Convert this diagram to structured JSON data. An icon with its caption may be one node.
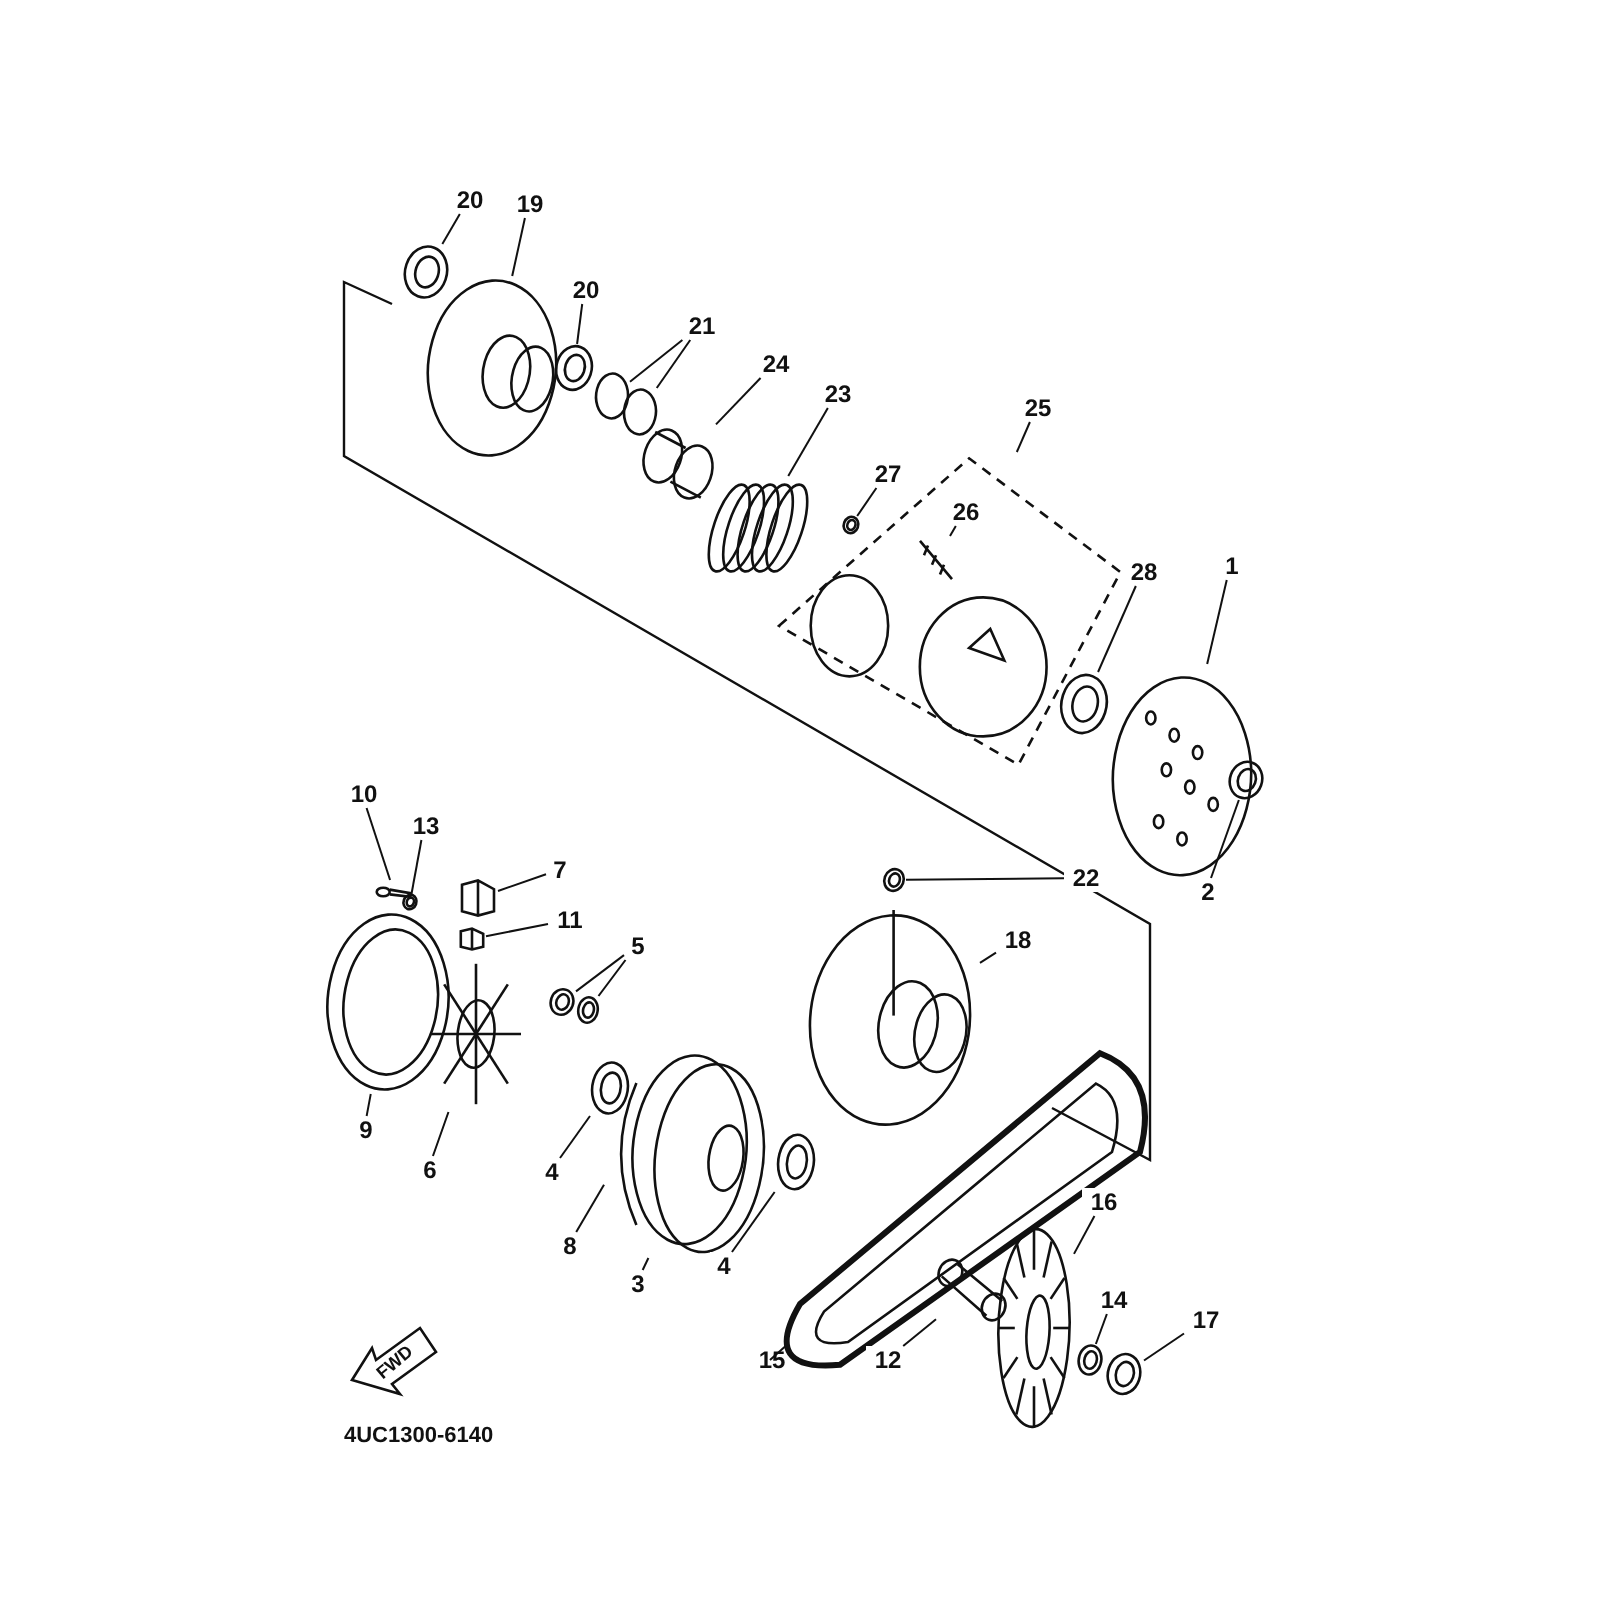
{
  "diagram": {
    "nodes": [
      {
        "text": [
          "20"
        ]
      },
      {
        "text": [],
        "shape": "picture"
      },
      {
        "text": [
          "19"
        ]
      },
      {
        "text": [],
        "shape": "picture"
      },
      {
        "text": [
          "20"
        ]
      },
      {
        "text": [],
        "shape": "picture"
      },
      {
        "text": [
          "21"
        ]
      },
      {
        "text": [],
        "shape": "circle"
      },
      {
        "text": [],
        "shape": "circle"
      },
      {
        "text": [
          "24"
        ]
      },
      {
        "text": [],
        "shape": "picture"
      },
      {
        "text": [
          "23"
        ]
      },
      {
        "text": [],
        "shape": "picture"
      },
      {
        "text": [
          "25"
        ]
      },
      {
        "text": [],
        "shape": "box"
      },
      {
        "text": [
          "27"
        ],
        "in": 14
      },
      {
        "text": [],
        "shape": "picture",
        "in": 14
      },
      {
        "text": [
          "26"
        ],
        "in": 14
      },
      {
        "text": [],
        "shape": "picture",
        "in": 14
      },
      {
        "text": [
          "28"
        ]
      },
      {
        "text": [],
        "shape": "picture"
      },
      {
        "text": [
          "1"
        ]
      },
      {
        "text": [],
        "shape": "picture"
      },
      {
        "text": [
          "2"
        ]
      },
      {
        "text": [],
        "shape": "picture"
      },
      {
        "text": [
          "10"
        ]
      },
      {
        "text": [],
        "shape": "picture"
      },
      {
        "text": [
          "13"
        ]
      },
      {
        "text": [],
        "shape": "picture"
      },
      {
        "text": [
          "7"
        ]
      },
      {
        "text": [],
        "shape": "picture"
      },
      {
        "text": [
          "11"
        ]
      },
      {
        "text": [],
        "shape": "picture"
      },
      {
        "text": [
          "5"
        ]
      },
      {
        "text": [],
        "shape": "picture"
      },
      {
        "text": [],
        "shape": "picture"
      },
      {
        "text": [
          "9"
        ]
      },
      {
        "text": [],
        "shape": "picture"
      },
      {
        "text": [
          "6"
        ]
      },
      {
        "text": [],
        "shape": "picture"
      },
      {
        "text": [
          "4"
        ]
      },
      {
        "text": [],
        "shape": "picture"
      },
      {
        "text": [
          "8"
        ]
      },
      {
        "text": [],
        "shape": "picture"
      },
      {
        "text": [
          "3"
        ]
      },
      {
        "text": [],
        "shape": "picture"
      },
      {
        "text": [
          "4"
        ]
      },
      {
        "text": [],
        "shape": "picture"
      },
      {
        "text": [
          "22"
        ]
      },
      {
        "text": [],
        "shape": "picture"
      },
      {
        "text": [
          "18"
        ]
      },
      {
        "text": [],
        "shape": "picture"
      },
      {
        "text": [
          "15"
        ]
      },
      {
        "text": [],
        "shape": "picture"
      },
      {
        "text": [
          "12"
        ]
      },
      {
        "text": [],
        "shape": "picture"
      },
      {
        "text": [
          "16"
        ]
      },
      {
        "text": [],
        "shape": "picture"
      },
      {
        "text": [
          "14"
        ]
      },
      {
        "text": [],
        "shape": "picture"
      },
      {
        "text": [
          "17"
        ]
      },
      {
        "text": [],
        "shape": "picture"
      }
    ],
    "edges": [
      {
        "from": 0,
        "to": 1,
        "arrow": "none"
      },
      {
        "from": 2,
        "to": 3,
        "arrow": "none"
      },
      {
        "from": 4,
        "to": 5,
        "arrow": "none"
      },
      {
        "from": 6,
        "to": 7,
        "arrow": "none"
      },
      {
        "from": 6,
        "to": 8,
        "arrow": "none"
      },
      {
        "from": 9,
        "to": 10,
        "arrow": "none"
      },
      {
        "from": 11,
        "to": 12,
        "arrow": "none"
      },
      {
        "from": 13,
        "to": 14,
        "arrow": "none"
      },
      {
        "from": 15,
        "to": 16,
        "arrow": "none"
      },
      {
        "from": 17,
        "to": 18,
        "arrow": "none"
      },
      {
        "from": 19,
        "to": 20,
        "arrow": "none"
      },
      {
        "from": 21,
        "to": 22,
        "arrow": "none"
      },
      {
        "from": 23,
        "to": 24,
        "arrow": "none"
      },
      {
        "from": 25,
        "to": 26,
        "arrow": "none"
      },
      {
        "from": 27,
        "to": 28,
        "arrow": "none"
      },
      {
        "from": 29,
        "to": 30,
        "arrow": "none"
      },
      {
        "from": 31,
        "to": 32,
        "arrow": "none"
      },
      {
        "from": 33,
        "to": 34,
        "arrow": "none"
      },
      {
        "from": 33,
        "to": 35,
        "arrow": "none"
      },
      {
        "from": 36,
        "to": 37,
        "arrow": "none"
      },
      {
        "from": 38,
        "to": 39,
        "arrow": "none"
      },
      {
        "from": 40,
        "to": 41,
        "arrow": "none"
      },
      {
        "from": 42,
        "to": 43,
        "arrow": "none"
      },
      {
        "from": 44,
        "to": 45,
        "arrow": "none"
      },
      {
        "from": 46,
        "to": 47,
        "arrow": "none"
      },
      {
        "from": 48,
        "to": 49,
        "arrow": "none"
      },
      {
        "from": 50,
        "to": 51,
        "arrow": "none"
      },
      {
        "from": 52,
        "to": 53,
        "arrow": "none"
      },
      {
        "from": 54,
        "to": 55,
        "arrow": "none"
      },
      {
        "from": 56,
        "to": 57,
        "arrow": "none"
      },
      {
        "from": 58,
        "to": 59,
        "arrow": "none"
      },
      {
        "from": 60,
        "to": 61,
        "arrow": "none"
      }
    ],
    "labels": [
      "FWD",
      "4UC1300-6140"
    ]
  }
}
